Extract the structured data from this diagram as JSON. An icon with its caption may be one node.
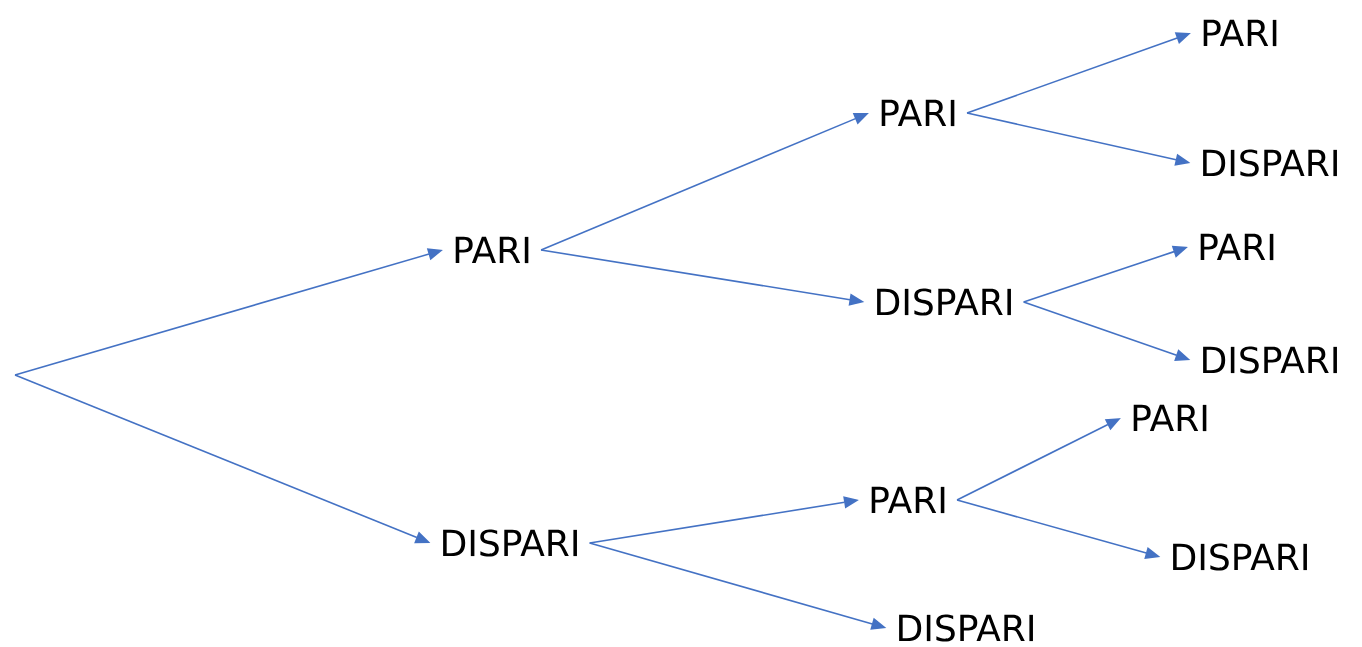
{
  "diagram": {
    "nodes": [
      {
        "text": [
          "PARI"
        ]
      },
      {
        "text": [
          "DISPARI"
        ]
      },
      {
        "text": [
          "PARI"
        ]
      },
      {
        "text": [
          "DISPARI"
        ]
      },
      {
        "text": [
          "PARI"
        ]
      },
      {
        "text": [
          "DISPARI"
        ]
      },
      {
        "text": [
          "PARI"
        ]
      },
      {
        "text": [
          "DISPARI"
        ]
      },
      {
        "text": [
          "PARI"
        ]
      },
      {
        "text": [
          "DISPARI"
        ]
      },
      {
        "text": [
          "PARI"
        ]
      },
      {
        "text": [
          "DISPARI"
        ]
      }
    ],
    "edges": [
      {
        "from": null,
        "to": 0,
        "arrow": "to"
      },
      {
        "from": null,
        "to": 1,
        "arrow": "to"
      },
      {
        "from": 0,
        "to": 2,
        "arrow": "to"
      },
      {
        "from": 0,
        "to": 3,
        "arrow": "to"
      },
      {
        "from": 1,
        "to": 4,
        "arrow": "to"
      },
      {
        "from": 1,
        "to": 5,
        "arrow": "to"
      },
      {
        "from": 2,
        "to": 6,
        "arrow": "to"
      },
      {
        "from": 2,
        "to": 7,
        "arrow": "to"
      },
      {
        "from": 3,
        "to": 8,
        "arrow": "to"
      },
      {
        "from": 3,
        "to": 9,
        "arrow": "to"
      },
      {
        "from": 4,
        "to": 10,
        "arrow": "to"
      },
      {
        "from": 4,
        "to": 11,
        "arrow": "to"
      }
    ]
  }
}
